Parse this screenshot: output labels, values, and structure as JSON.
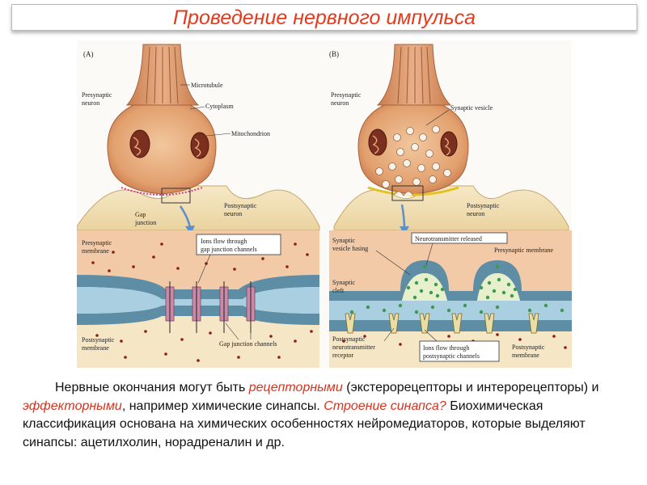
{
  "slide": {
    "title": "Проведение нервного импульса",
    "caption": {
      "part1": "Нервные окончания могут быть ",
      "em1": "рецепторными",
      "part2": " (экстерорецепторы и интерорецепторы) и ",
      "em2": "эффекторными",
      "part3": ", например химические синапсы. ",
      "em3": "Строение синапса?",
      "part4": " Биохимическая классификация основана на химических особенностях  нейромедиаторов,  которые выделяют синапсы: ацетилхолин, норадреналин и др."
    }
  },
  "figure": {
    "panel_a": {
      "tag": "(A)",
      "labels": {
        "presynaptic_1": "Presynaptic",
        "presynaptic_2": "neuron",
        "microtubule": "Microtubule",
        "cytoplasm": "Cytoplasm",
        "mitochondrion": "Mitochondrion",
        "gap_1": "Gap",
        "gap_2": "junction",
        "postsynaptic_1": "Postsynaptic",
        "postsynaptic_2": "neuron",
        "pre_membrane_1": "Presynaptic",
        "pre_membrane_2": "membrane",
        "ions_1": "Ions flow through",
        "ions_2": "gap junction channels",
        "post_membrane_1": "Postsynaptic",
        "post_membrane_2": "membrane",
        "gap_channels": "Gap junction channels"
      }
    },
    "panel_b": {
      "tag": "(B)",
      "labels": {
        "presynaptic_1": "Presynaptic",
        "presynaptic_2": "neuron",
        "vesicle": "Synaptic vesicle",
        "postsynaptic_1": "Postsynaptic",
        "postsynaptic_2": "neuron",
        "fusing_1": "Synaptic",
        "fusing_2": "vesicle fusing",
        "nt_released": "Neurotransmitter released",
        "pre_membrane": "Presynaptic membrane",
        "cleft_1": "Synaptic",
        "cleft_2": "cleft",
        "receptor_1": "Postsynaptic",
        "receptor_2": "neurotransmitter",
        "receptor_3": "receptor",
        "ions_1": "Ions flow through",
        "ions_2": "postsynaptic channels",
        "post_membrane_1": "Postsynaptic",
        "post_membrane_2": "membrane"
      }
    }
  },
  "colors": {
    "title": "#e53a1c",
    "emphasis": "#d9321d",
    "neuron": "#e2a06e",
    "cytoplasm_light": "#f3d3b0",
    "membrane": "#5e8da6",
    "vesicle_dots": "#3c9a4e",
    "ion_dots": "#8c1b1b"
  }
}
